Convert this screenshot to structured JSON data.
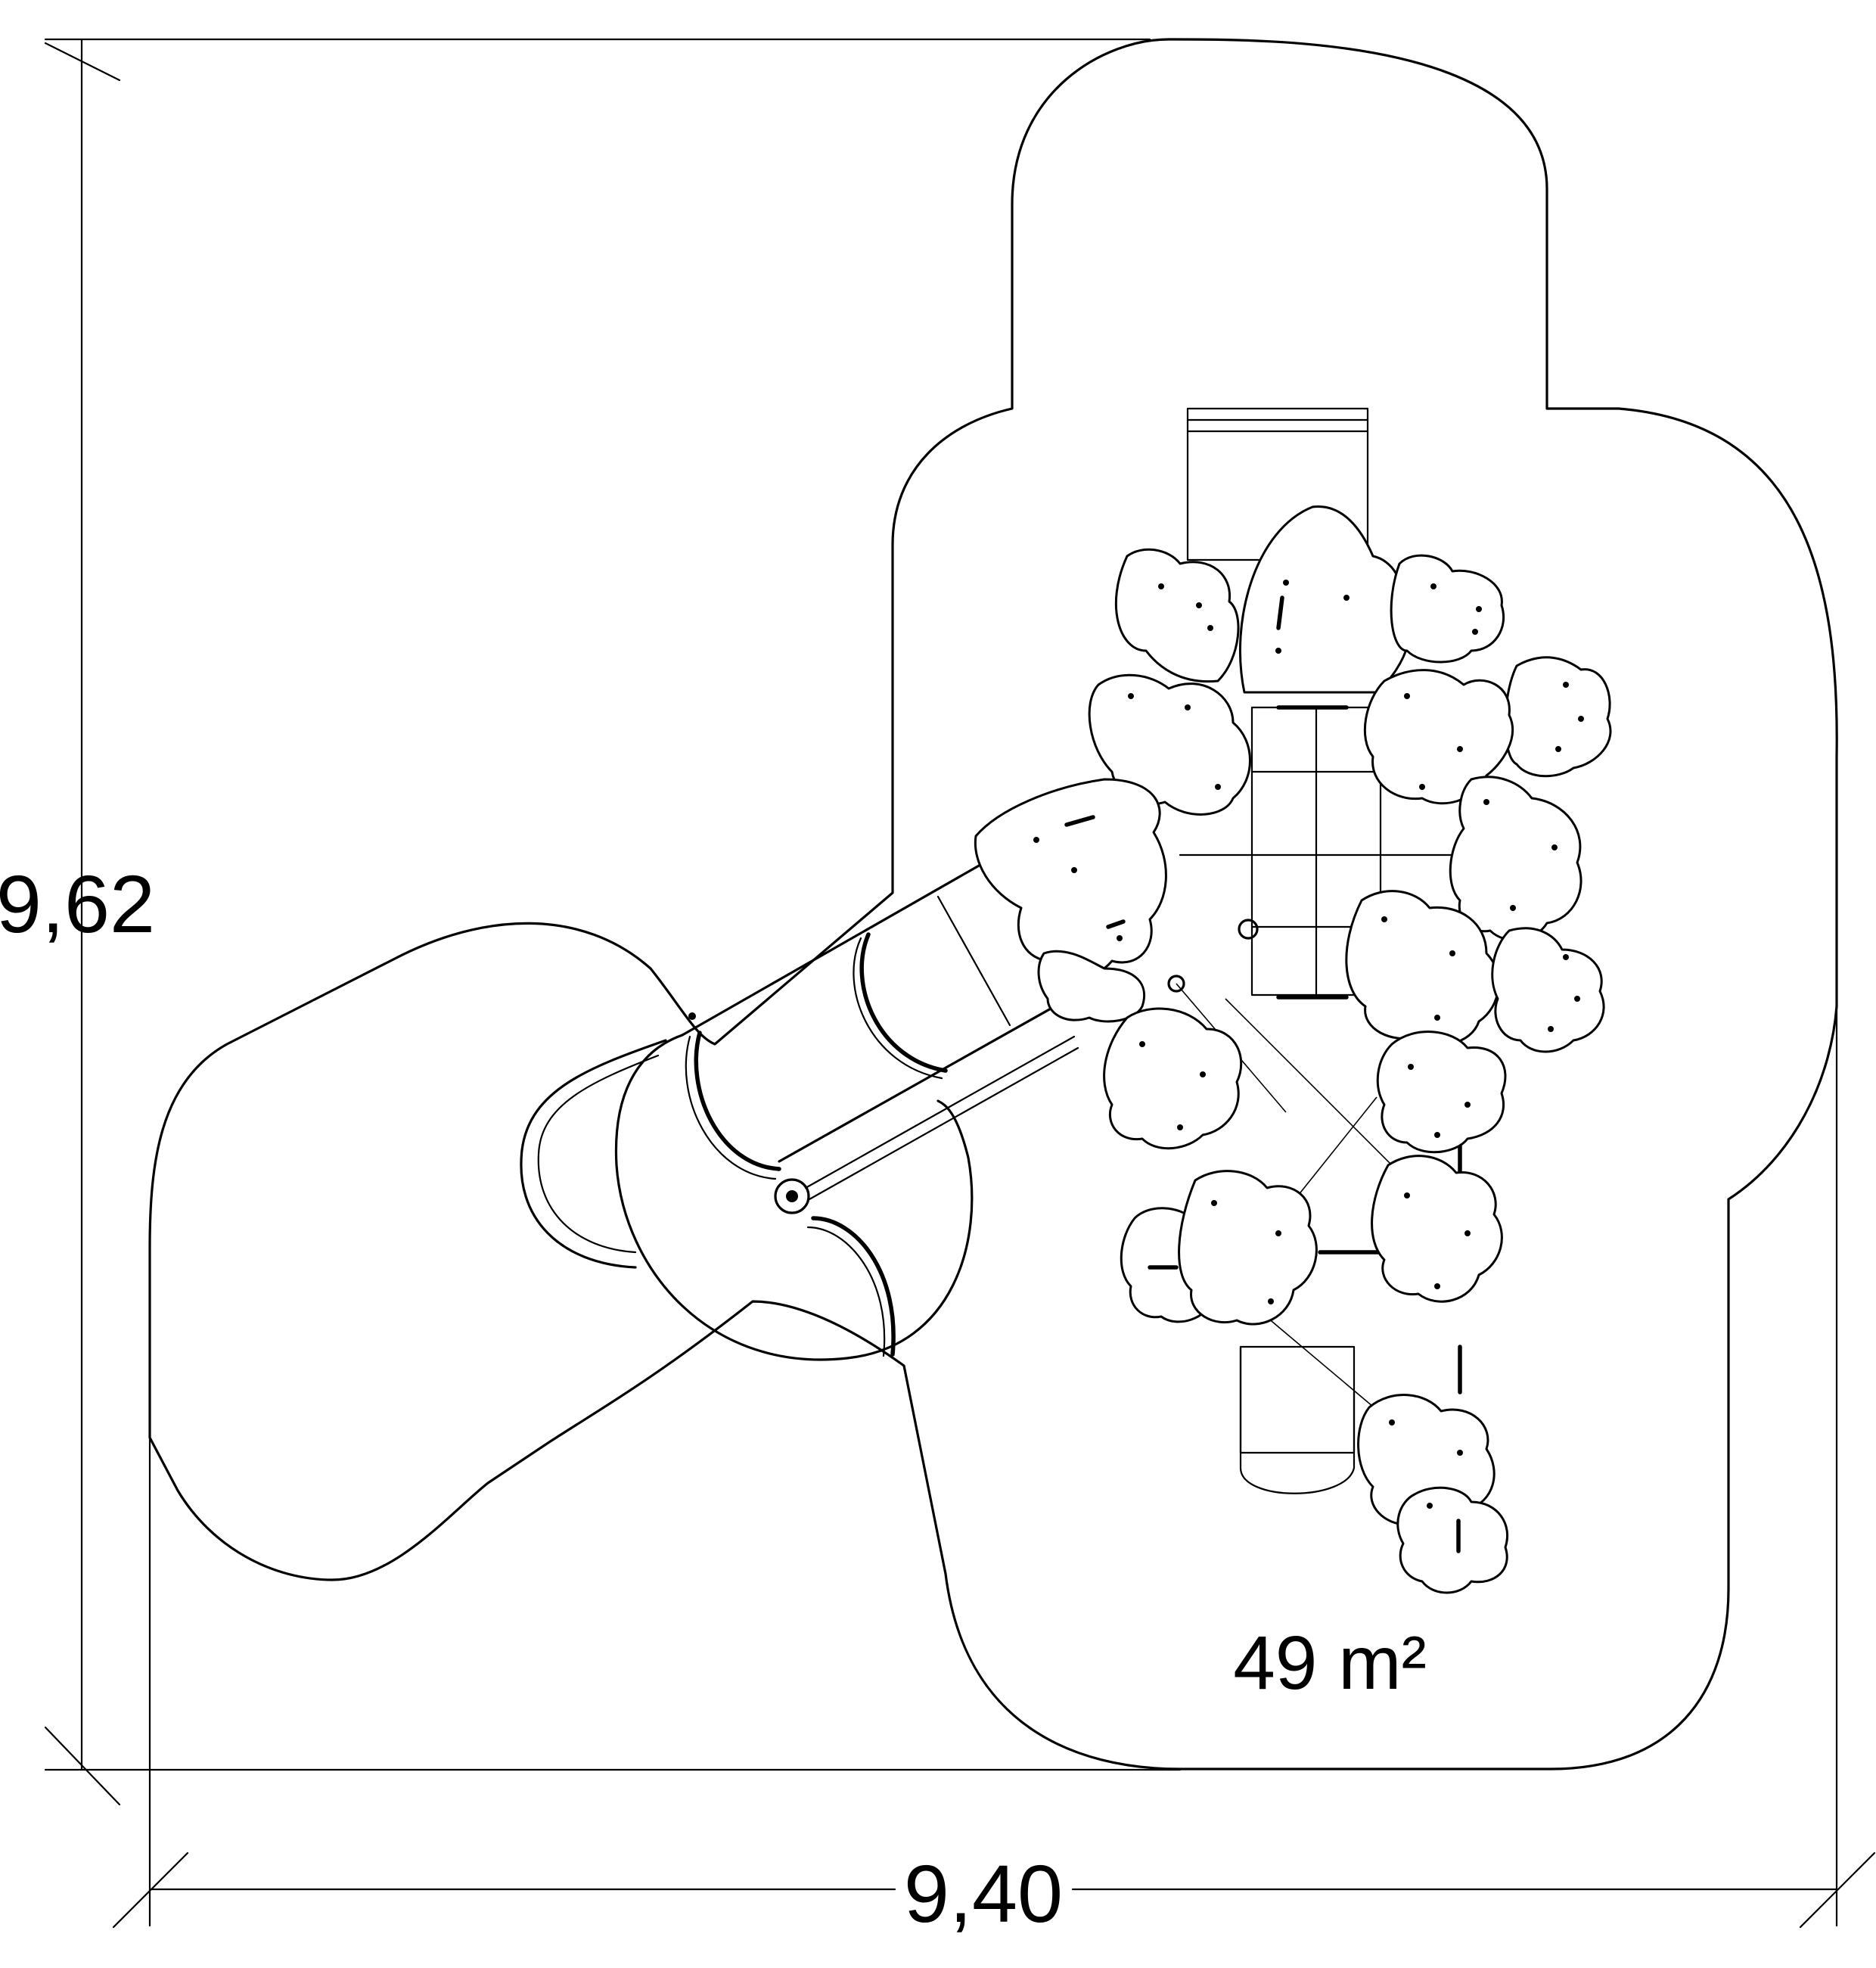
{
  "dimensions": {
    "height_label": "9,62",
    "width_label": "9,40"
  },
  "area_label": "49 m²"
}
